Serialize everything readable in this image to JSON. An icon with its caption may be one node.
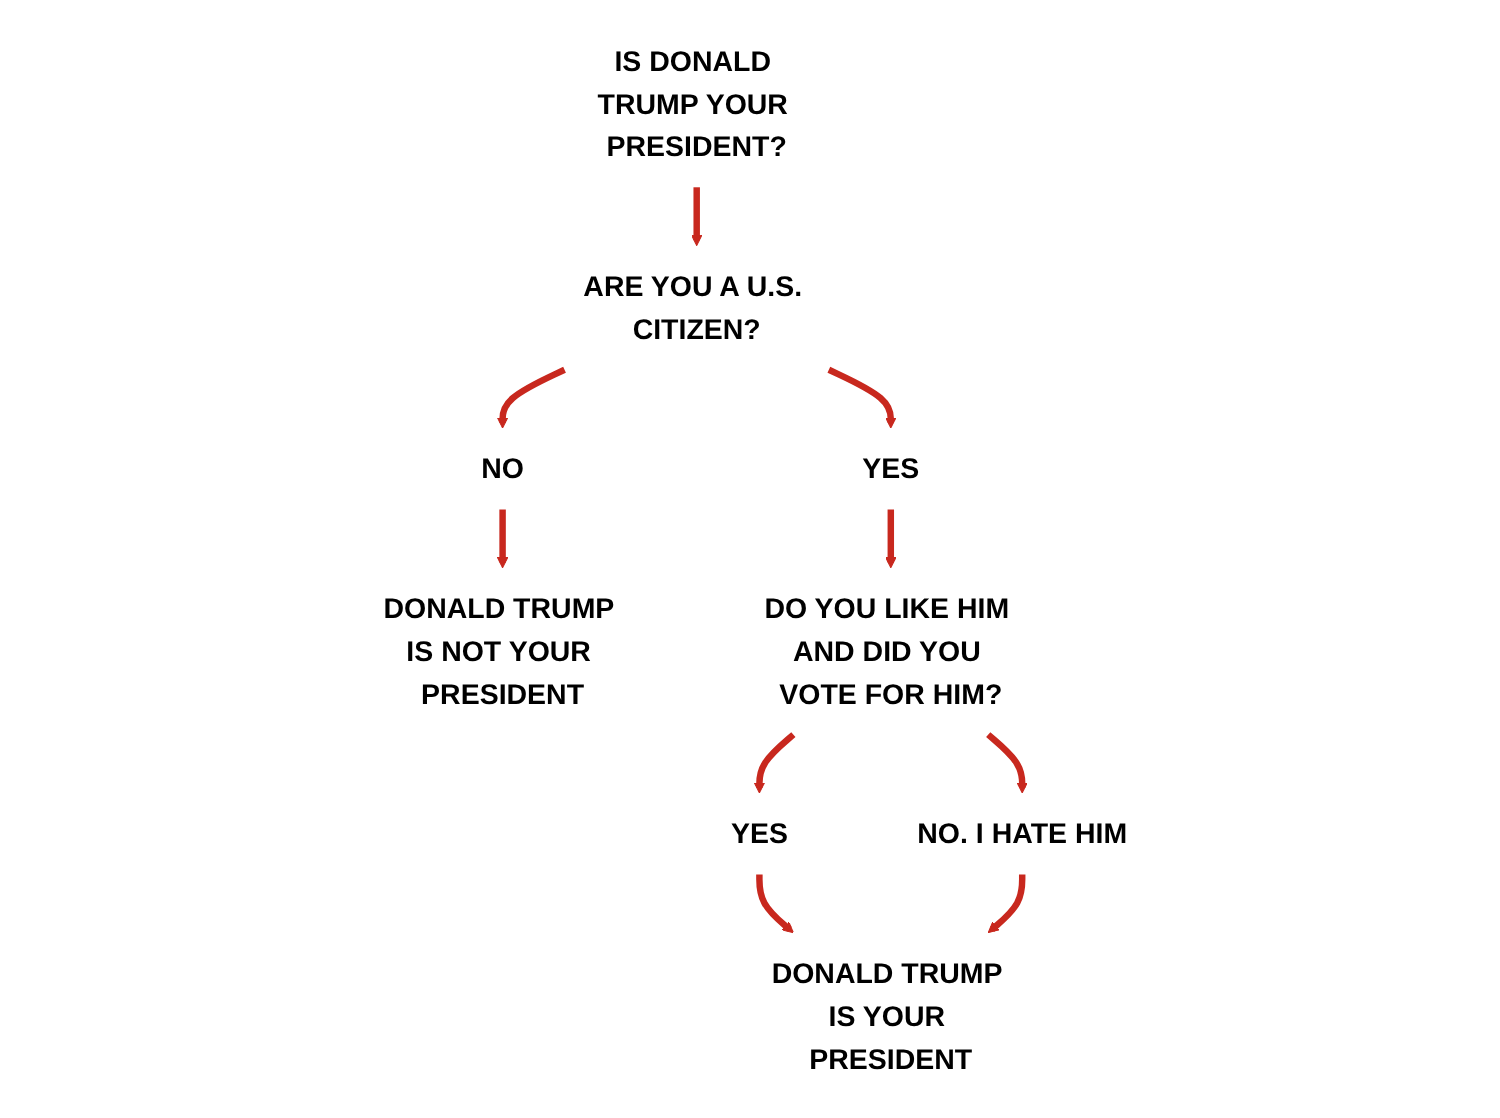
{
  "diagram": {
    "nodes": [
      {
        "text": [
          "IS DONALD TRUMP YOUR PRESIDENT?"
        ]
      },
      {
        "text": [
          "ARE YOU A U.S. CITIZEN?"
        ]
      },
      {
        "text": [
          "NO"
        ]
      },
      {
        "text": [
          "YES"
        ]
      },
      {
        "text": [
          "DONALD TRUMP IS NOT YOUR PRESIDENT"
        ]
      },
      {
        "text": [
          "DO YOU LIKE HIM AND DID YOU VOTE FOR HIM?"
        ]
      },
      {
        "text": [
          "YES"
        ]
      },
      {
        "text": [
          "NO. I HATE HIM"
        ]
      },
      {
        "text": [
          "DONALD TRUMP IS YOUR PRESIDENT"
        ]
      }
    ],
    "edges": [
      {
        "from": 0,
        "to": 1,
        "arrow": "to"
      },
      {
        "from": 1,
        "to": 2,
        "arrow": "to"
      },
      {
        "from": 1,
        "to": 3,
        "arrow": "to"
      },
      {
        "from": 2,
        "to": 4,
        "arrow": "to"
      },
      {
        "from": 3,
        "to": 5,
        "arrow": "to"
      },
      {
        "from": 5,
        "to": 6,
        "arrow": "to"
      },
      {
        "from": 5,
        "to": 7,
        "arrow": "to"
      },
      {
        "from": 6,
        "to": 8,
        "arrow": "to"
      },
      {
        "from": 7,
        "to": 8,
        "arrow": "to"
      }
    ]
  }
}
